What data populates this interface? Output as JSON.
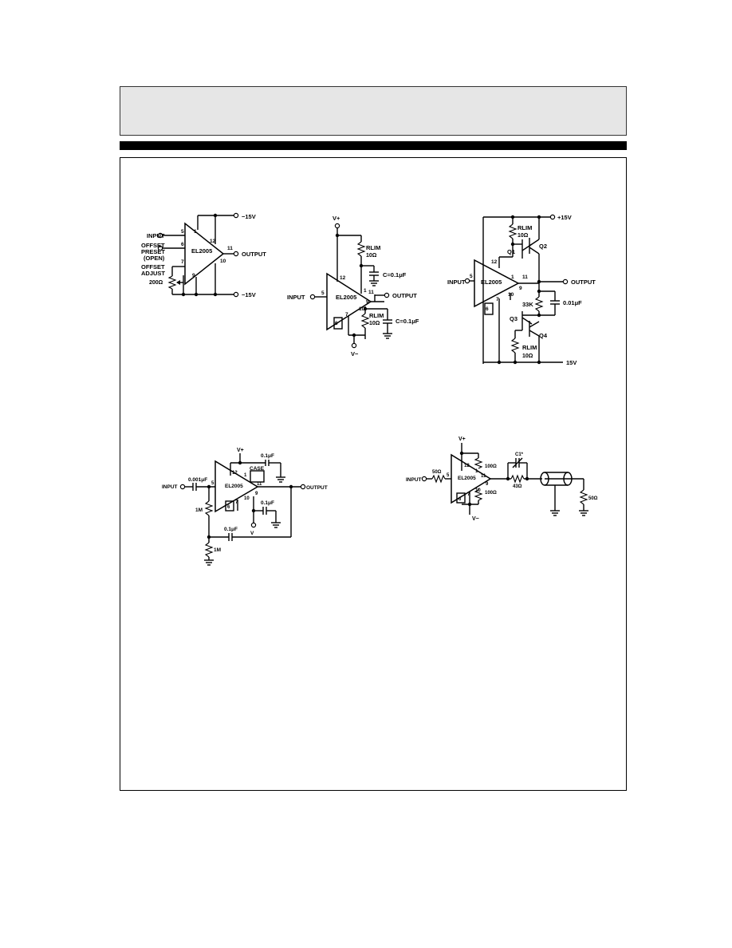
{
  "c1": {
    "input": "INPUT",
    "offset_preset": "OFFSET",
    "preset": "PRESET",
    "open": "(OPEN)",
    "offset_adjust": "OFFSET",
    "adjust": "ADJUST",
    "pot": "200Ω",
    "vtop": "−15V",
    "vbot": "−15V",
    "output": "OUTPUT",
    "part": "EL2005",
    "p5": "5",
    "p6": "6",
    "p7": "7",
    "p1": "1",
    "p12": "12",
    "p11": "11",
    "p10": "10",
    "p9": "9"
  },
  "c2": {
    "vplus": "V+",
    "vminus": "V−",
    "rlim1": "RLIM",
    "rlim1_val": "10Ω",
    "cap1": "C=0.1μF",
    "rlim2": "RLIM",
    "rlim2_val": "10Ω",
    "cap2": "C=0.1μF",
    "input": "INPUT",
    "output": "OUTPUT",
    "part": "EL2005",
    "p5": "5",
    "p12": "12",
    "p1": "1",
    "p11": "11",
    "p9": "9",
    "p10": "10",
    "p7": "7",
    "p6": "6"
  },
  "c3": {
    "vplus": "+15V",
    "vminus": "15V",
    "rlim1": "RLIM",
    "rlim1_val": "10Ω",
    "rlim2": "RLIM",
    "rlim2_val": "10Ω",
    "q1": "Q1",
    "q2": "Q2",
    "q3": "Q3",
    "q4": "Q4",
    "r33k": "33K",
    "cap": "0.01μF",
    "input": "INPUT",
    "output": "OUTPUT",
    "part": "EL2005",
    "p12": "12",
    "p5": "5",
    "p1": "1",
    "p11": "11",
    "p9": "9",
    "p10": "10",
    "p7": "7",
    "p6": "6"
  },
  "c4": {
    "vplus": "V+",
    "vminus": "V",
    "cap_top": "0.1μF",
    "case": "CASE",
    "cap_in": "0.001μF",
    "r1": "1M",
    "r2": "1M",
    "cap_mid": "0.1μF",
    "cap_fb": "0.1μF",
    "input": "INPUT",
    "output": "OUTPUT",
    "part": "EL2005",
    "p5": "5",
    "p12": "12",
    "p1": "1",
    "p11": "11",
    "p9": "9",
    "p10": "10",
    "p7": "7",
    "p6": "6"
  },
  "c5": {
    "vplus": "V+",
    "vminus": "V−",
    "rin": "50Ω",
    "r100a": "100Ω",
    "r100b": "100Ω",
    "rser": "43Ω",
    "cap": "C1*",
    "rload": "50Ω",
    "input": "INPUT",
    "part": "EL2005",
    "p5": "5",
    "p12": "12",
    "p1": "1",
    "p11": "11",
    "p9": "9",
    "p10": "10",
    "p7": "7",
    "p6": "6"
  }
}
